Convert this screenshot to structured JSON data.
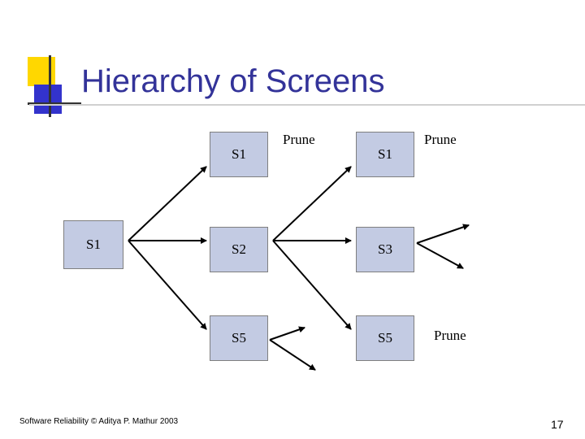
{
  "slide": {
    "title": "Hierarchy of Screens",
    "footer": "Software Reliability © Aditya P. Mathur 2003",
    "page_number": "17"
  },
  "nodes": {
    "root": "S1",
    "level1_top": "S1",
    "level1_mid": "S2",
    "level1_bottom": "S5",
    "level2_top": "S1",
    "level2_mid": "S3",
    "level2_bottom": "S5"
  },
  "labels": {
    "prune_1": "Prune",
    "prune_2": "Prune",
    "prune_3": "Prune"
  },
  "colors": {
    "title": "#333399",
    "node_fill": "#c3cbe3",
    "node_border": "#7f7f7f",
    "deco_yellow": "#ffd700",
    "deco_blue": "#3333cc"
  }
}
